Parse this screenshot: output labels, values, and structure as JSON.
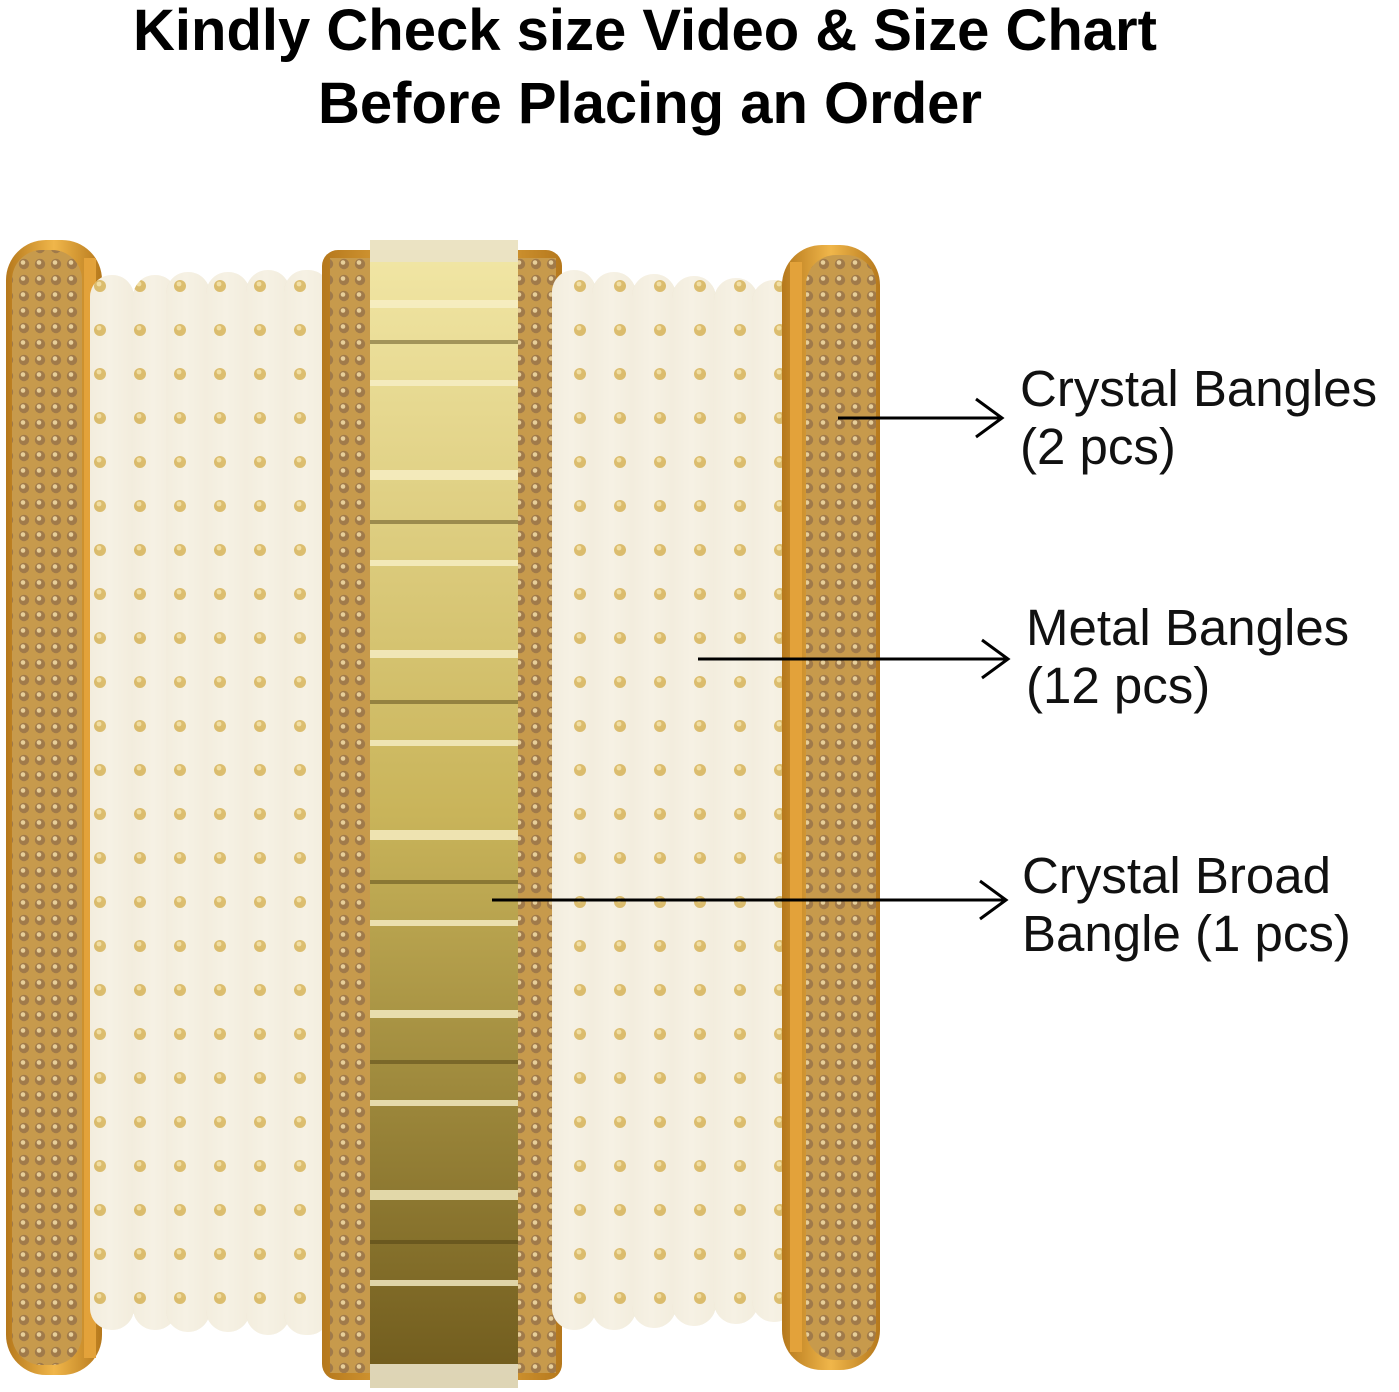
{
  "heading": {
    "line1": "Kindly Check size Video & Size Chart",
    "line2": "Before Placing an Order"
  },
  "callouts": [
    {
      "line1": "Crystal Bangles",
      "line2": "(2 pcs)"
    },
    {
      "line1": "Metal Bangles",
      "line2": "(12 pcs)"
    },
    {
      "line1": "Crystal Broad",
      "line2": "Bangle (1 pcs)"
    }
  ],
  "colors": {
    "background": "#ffffff",
    "gold": "#c89a3a",
    "bangle_cream": "#f6f1e4",
    "crystal": "#a9885a",
    "text": "#000000"
  }
}
